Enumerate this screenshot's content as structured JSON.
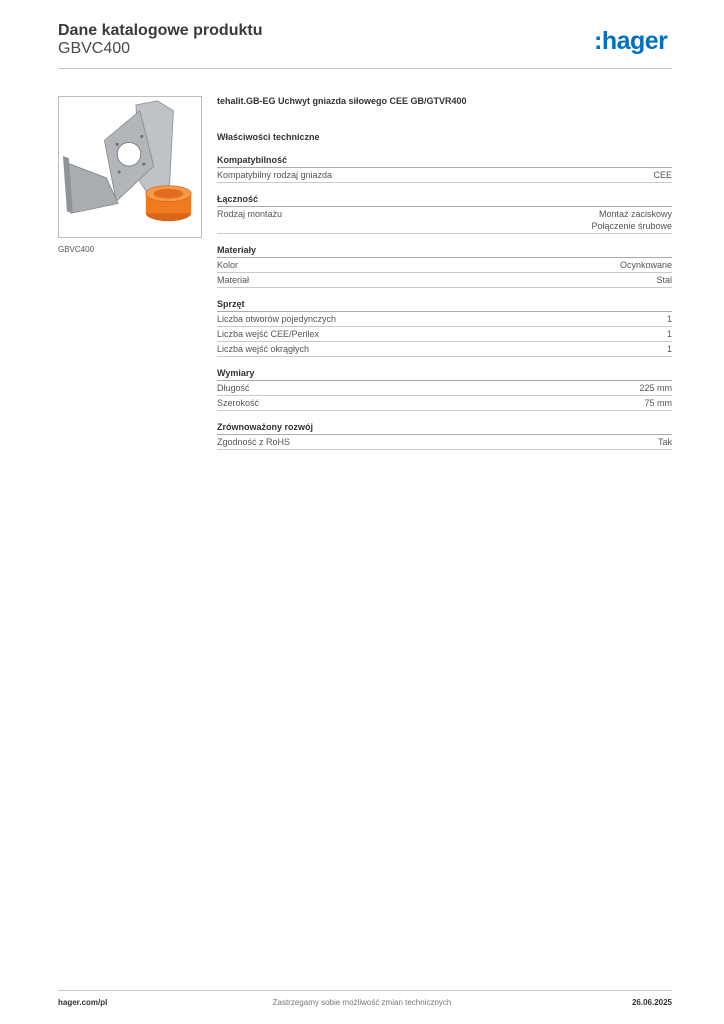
{
  "header": {
    "title": "Dane katalogowe produktu",
    "subtitle": "GBVC400",
    "logo": ":hager"
  },
  "product": {
    "image_caption": "GBVC400",
    "name": "tehalit.GB-EG Uchwyt gniazda siłowego CEE GB/GTVR400"
  },
  "spec": {
    "heading": "Właściwości techniczne",
    "groups": [
      {
        "title": "Kompatybilność",
        "rows": [
          {
            "label": "Kompatybilny rodzaj gniazda",
            "value": "CEE"
          }
        ]
      },
      {
        "title": "Łączność",
        "rows": [
          {
            "label": "Rodzaj montażu",
            "value": "Montaż zaciskowy",
            "value2": "Połączenie śrubowe"
          }
        ]
      },
      {
        "title": "Materiały",
        "rows": [
          {
            "label": "Kolor",
            "value": "Ocynkowane"
          },
          {
            "label": "Materiał",
            "value": "Stal"
          }
        ]
      },
      {
        "title": "Sprzęt",
        "rows": [
          {
            "label": "Liczba otworów pojedynczych",
            "value": "1"
          },
          {
            "label": "Liczba wejść CEE/Perilex",
            "value": "1"
          },
          {
            "label": "Liczba wejść okrągłych",
            "value": "1"
          }
        ]
      },
      {
        "title": "Wymiary",
        "rows": [
          {
            "label": "Długość",
            "value": "225 mm"
          },
          {
            "label": "Szerokość",
            "value": "75 mm"
          }
        ]
      },
      {
        "title": "Zrównoważony rozwój",
        "rows": [
          {
            "label": "Zgodność z RoHS",
            "value": "Tak"
          }
        ]
      }
    ]
  },
  "footer": {
    "website": "hager.com/pl",
    "notice": "Zastrzegamy sobie możliwość zmian technicznych",
    "date": "26.06.2025"
  },
  "colors": {
    "brand": "#0070c0",
    "box_orange": "#f07a1e",
    "bracket_grey": "#a9adb1"
  }
}
